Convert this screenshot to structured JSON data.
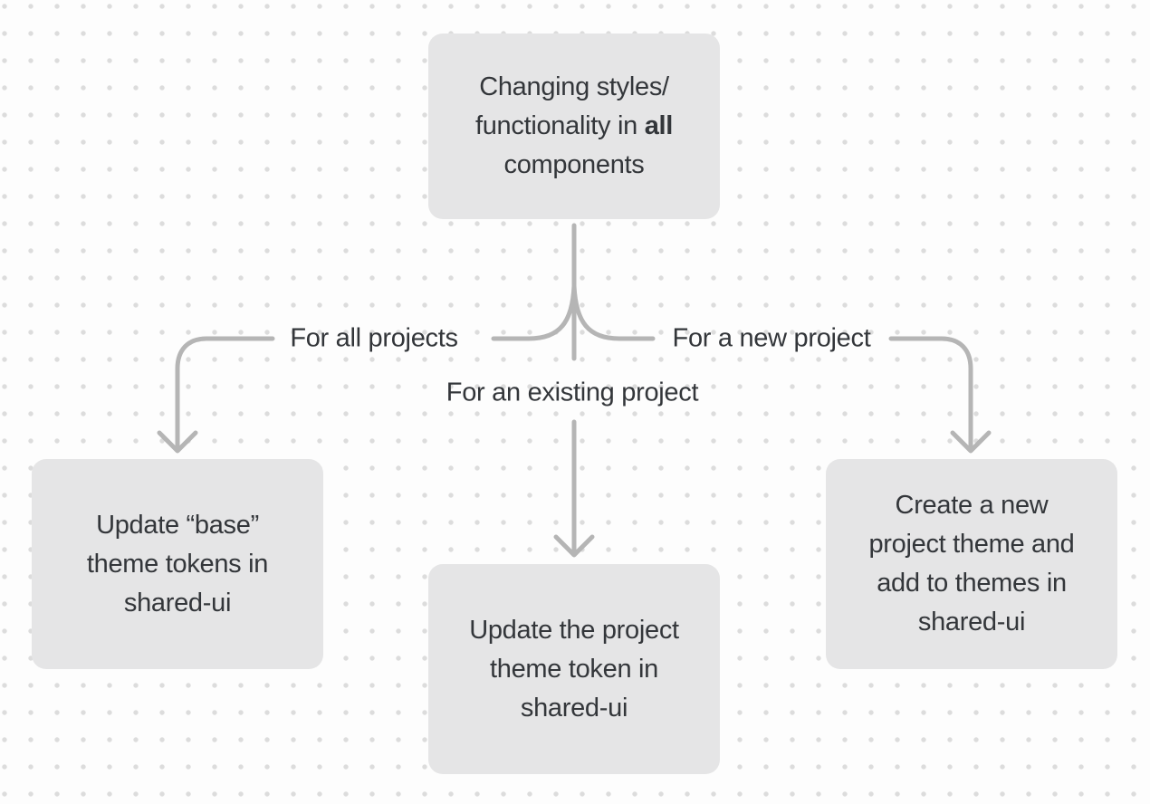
{
  "canvas": {
    "background_color": "#fdfdfd",
    "dot_color": "#dcdcdc",
    "node_fill": "#e5e5e6",
    "text_color": "#33363a",
    "connector_color": "#b5b5b5"
  },
  "nodes": {
    "top": {
      "line1": "Changing styles/",
      "line2_prefix": "functionality in ",
      "line2_bold": "all",
      "line3": "components"
    },
    "left": {
      "lines": [
        "Update “base”",
        "theme tokens in",
        "shared-ui"
      ]
    },
    "middle": {
      "lines": [
        "Update the project",
        "theme token in",
        "shared-ui"
      ]
    },
    "right": {
      "lines": [
        "Create a new",
        "project theme and",
        "add to themes in",
        "shared-ui"
      ]
    }
  },
  "edge_labels": {
    "all_projects": "For all projects",
    "existing_project": "For an existing project",
    "new_project": "For a new project"
  }
}
